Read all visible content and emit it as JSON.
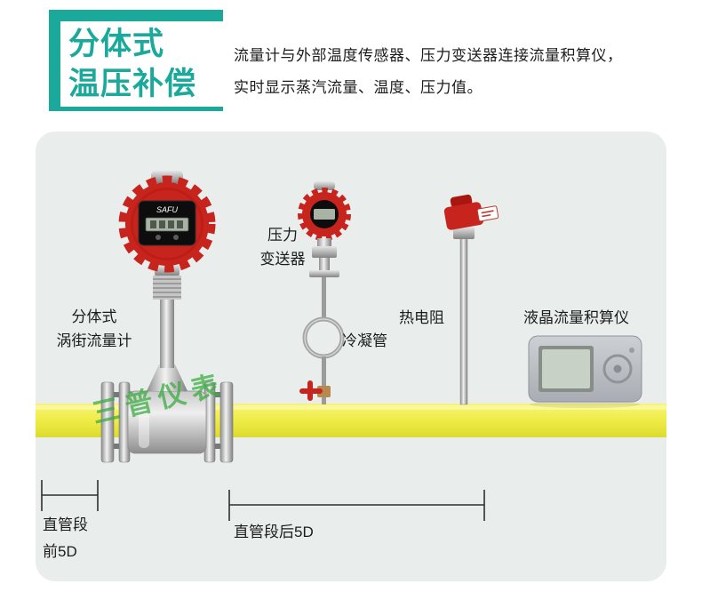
{
  "header": {
    "title_line1": "分体式",
    "title_line2": "温压补偿",
    "desc_line1": "流量计与外部温度传感器、压力变送器连接流量积算仪，",
    "desc_line2": "实时显示蒸汽流量、温度、压力值。"
  },
  "diagram": {
    "flowmeter": {
      "brand": "SAFU",
      "label_line1": "分体式",
      "label_line2": "涡街流量计"
    },
    "pressure_transmitter": {
      "label_line1": "压力",
      "label_line2": "变送器"
    },
    "condenser": {
      "label": "冷凝管"
    },
    "rtd": {
      "label": "热电阻"
    },
    "totalizer": {
      "label": "液晶流量积算仪"
    },
    "watermark": "三普仪表",
    "dimensions": {
      "left_line1": "直管段",
      "left_line2": "前5D",
      "right": "直管段后5D"
    }
  },
  "colors": {
    "teal": "#1ba99c",
    "pipe-yellow": "#f0ed4a",
    "instrument-red": "#c8241e",
    "panel-gray": "#e9eeed",
    "watermark-green": "#3cab43"
  }
}
